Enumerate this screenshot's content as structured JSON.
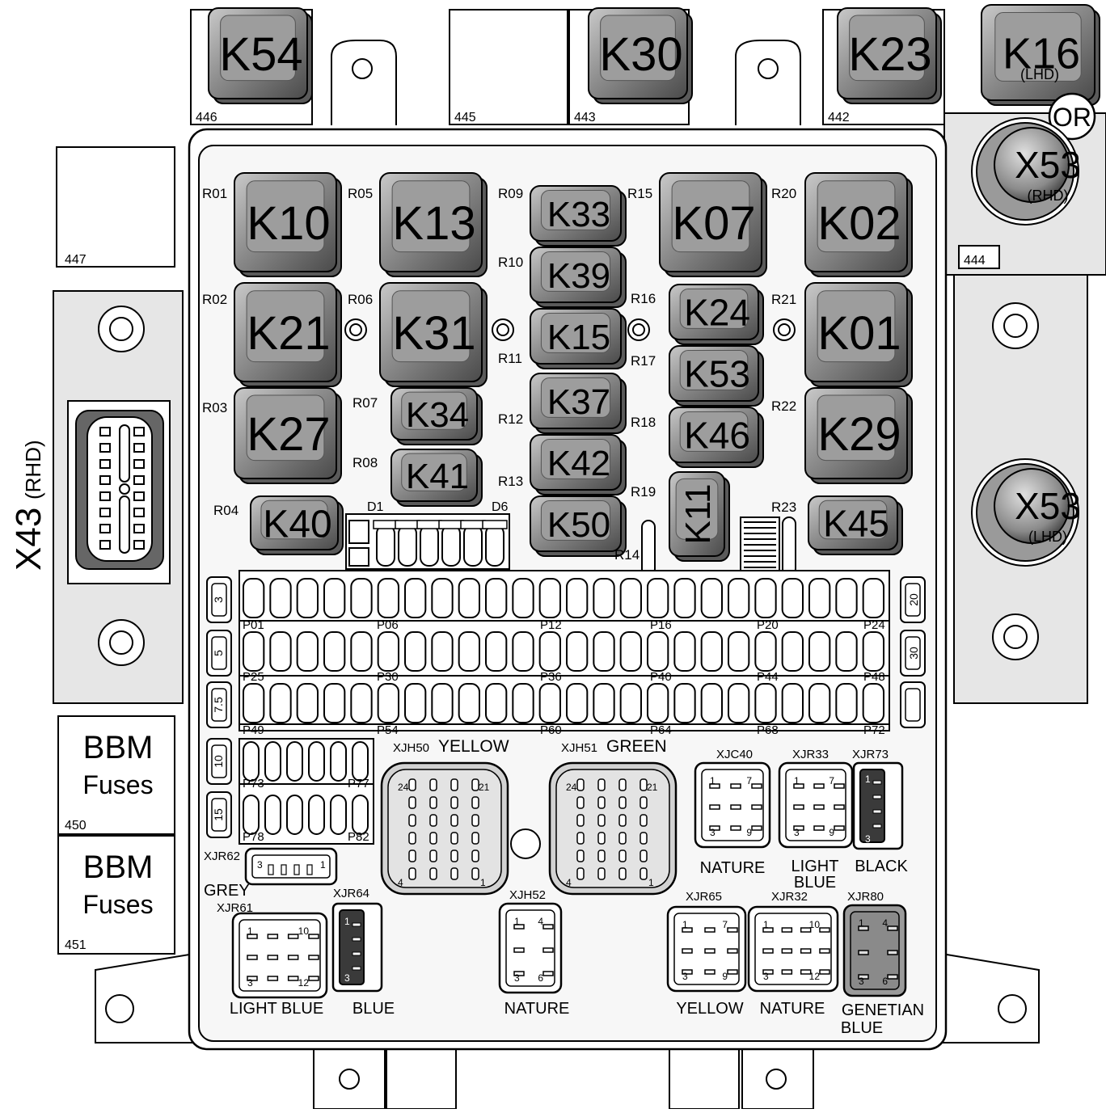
{
  "colors": {
    "housing": "#e6e6e6",
    "relay_body": "#7a7a7a",
    "relay_top": "#9a9a9a",
    "outline": "#000000",
    "board": "#f7f7f7",
    "connector_fill": "#d2d2d2",
    "connector_dark": "#3a3a3a"
  },
  "main_connector": {
    "label": "X43",
    "qualifier": "(RHD)"
  },
  "top_relays": [
    {
      "name": "K54",
      "qualifier": ""
    },
    {
      "name": "K30",
      "qualifier": ""
    },
    {
      "name": "K23",
      "qualifier": ""
    },
    {
      "name": "K16",
      "qualifier": "(LHD)"
    }
  ],
  "top_connectors": [
    "446",
    "445",
    "443",
    "442",
    "447",
    "444"
  ],
  "or_label": "OR",
  "power_studs": [
    {
      "name": "X53",
      "qualifier": "(RHD)"
    },
    {
      "name": "X53",
      "qualifier": "(LHD)"
    }
  ],
  "relays": [
    {
      "name": "K10",
      "pos": "R01"
    },
    {
      "name": "K13",
      "pos": "R05"
    },
    {
      "name": "K33",
      "pos": "R09"
    },
    {
      "name": "K07",
      "pos": "R15"
    },
    {
      "name": "K02",
      "pos": "R20"
    },
    {
      "name": "K39",
      "pos": "R10"
    },
    {
      "name": "K21",
      "pos": "R02"
    },
    {
      "name": "K31",
      "pos": "R06"
    },
    {
      "name": "K24",
      "pos": "R16"
    },
    {
      "name": "K01",
      "pos": "R21"
    },
    {
      "name": "K15",
      "pos": "R11"
    },
    {
      "name": "K53",
      "pos": "R17"
    },
    {
      "name": "K34",
      "pos": "R07"
    },
    {
      "name": "K37",
      "pos": "R12"
    },
    {
      "name": "K27",
      "pos": "R03"
    },
    {
      "name": "K46",
      "pos": "R18"
    },
    {
      "name": "K29",
      "pos": "R22"
    },
    {
      "name": "K41",
      "pos": "R08"
    },
    {
      "name": "K42",
      "pos": "R13"
    },
    {
      "name": "K40",
      "pos": "R04"
    },
    {
      "name": "K50",
      "pos": "R14"
    },
    {
      "name": "K11",
      "pos": "R19"
    },
    {
      "name": "K45",
      "pos": "R23"
    }
  ],
  "diodes": {
    "first": "D1",
    "last": "D6"
  },
  "fuse_rows": [
    {
      "rating": "3",
      "right_rating": "20",
      "labels": [
        "P01",
        "P06",
        "P12",
        "P16",
        "P20",
        "P24"
      ]
    },
    {
      "rating": "5",
      "right_rating": "30",
      "labels": [
        "P25",
        "P30",
        "P36",
        "P40",
        "P44",
        "P48"
      ]
    },
    {
      "rating": "7.5",
      "right_rating": "",
      "labels": [
        "P49",
        "P54",
        "P60",
        "P64",
        "P68",
        "P72"
      ]
    },
    {
      "rating": "10",
      "right_rating": "",
      "labels": [
        "P73",
        "P77"
      ]
    },
    {
      "rating": "15",
      "right_rating": "",
      "labels": [
        "P78",
        "P82"
      ]
    }
  ],
  "bbm": [
    {
      "line1": "BBM",
      "line2": "Fuses",
      "number": "450"
    },
    {
      "line1": "BBM",
      "line2": "Fuses",
      "number": "451"
    }
  ],
  "connectors": {
    "XJH50": {
      "id": "XJH50",
      "color": "YELLOW",
      "pin_tl": "24",
      "pin_tr": "21",
      "pin_bl": "4",
      "pin_br": "1"
    },
    "XJH51": {
      "id": "XJH51",
      "color": "GREEN",
      "pin_tl": "24",
      "pin_tr": "21",
      "pin_bl": "4",
      "pin_br": "1"
    },
    "XJC40": {
      "id": "XJC40",
      "color": "NATURE",
      "pins": [
        "1",
        "7",
        "3",
        "9"
      ]
    },
    "XJR33": {
      "id": "XJR33",
      "color": "LIGHT BLUE",
      "pins": [
        "1",
        "7",
        "3",
        "9"
      ]
    },
    "XJR73": {
      "id": "XJR73",
      "color": "BLACK",
      "pins": [
        "1",
        "3"
      ]
    },
    "XJR62": {
      "id": "XJR62",
      "color": "GREY",
      "pins": [
        "3",
        "1"
      ]
    },
    "XJR61": {
      "id": "XJR61",
      "color": "LIGHT BLUE",
      "pins": [
        "1",
        "10",
        "3",
        "12"
      ]
    },
    "XJR64": {
      "id": "XJR64",
      "color": "BLUE",
      "pins": [
        "1",
        "3"
      ]
    },
    "XJH52": {
      "id": "XJH52",
      "color": "NATURE",
      "pins": [
        "1",
        "4",
        "3",
        "6"
      ]
    },
    "XJR65": {
      "id": "XJR65",
      "color": "YELLOW",
      "pins": [
        "1",
        "7",
        "3",
        "9"
      ]
    },
    "XJR32": {
      "id": "XJR32",
      "color": "NATURE",
      "pins": [
        "1",
        "10",
        "3",
        "12"
      ]
    },
    "XJR80": {
      "id": "XJR80",
      "color": "GENETIAN BLUE",
      "pins": [
        "1",
        "4",
        "3",
        "6"
      ]
    }
  }
}
